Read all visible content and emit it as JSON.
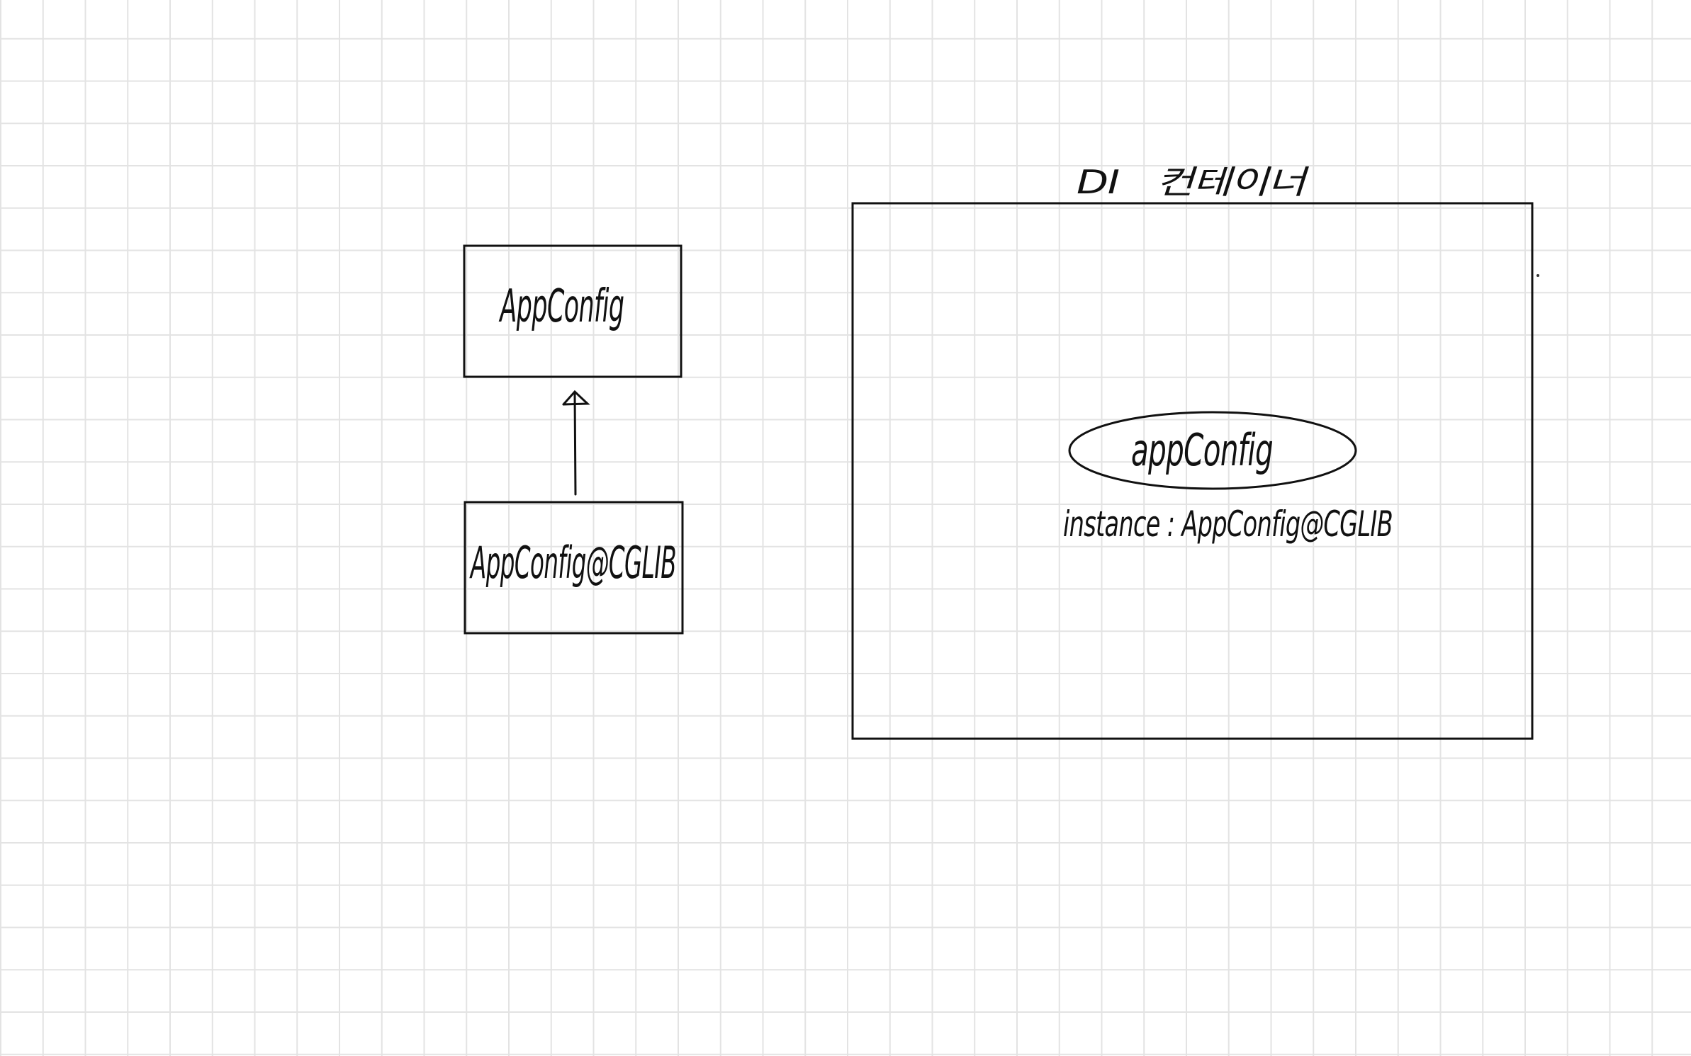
{
  "diagram": {
    "parent_class": {
      "label": "AppConfig"
    },
    "child_class": {
      "label": "AppConfig@CGLIB"
    },
    "container": {
      "title": "DI   컨테이너",
      "bean_name": "appConfig",
      "instance_label": "instance : AppConfig@CGLIB"
    }
  }
}
